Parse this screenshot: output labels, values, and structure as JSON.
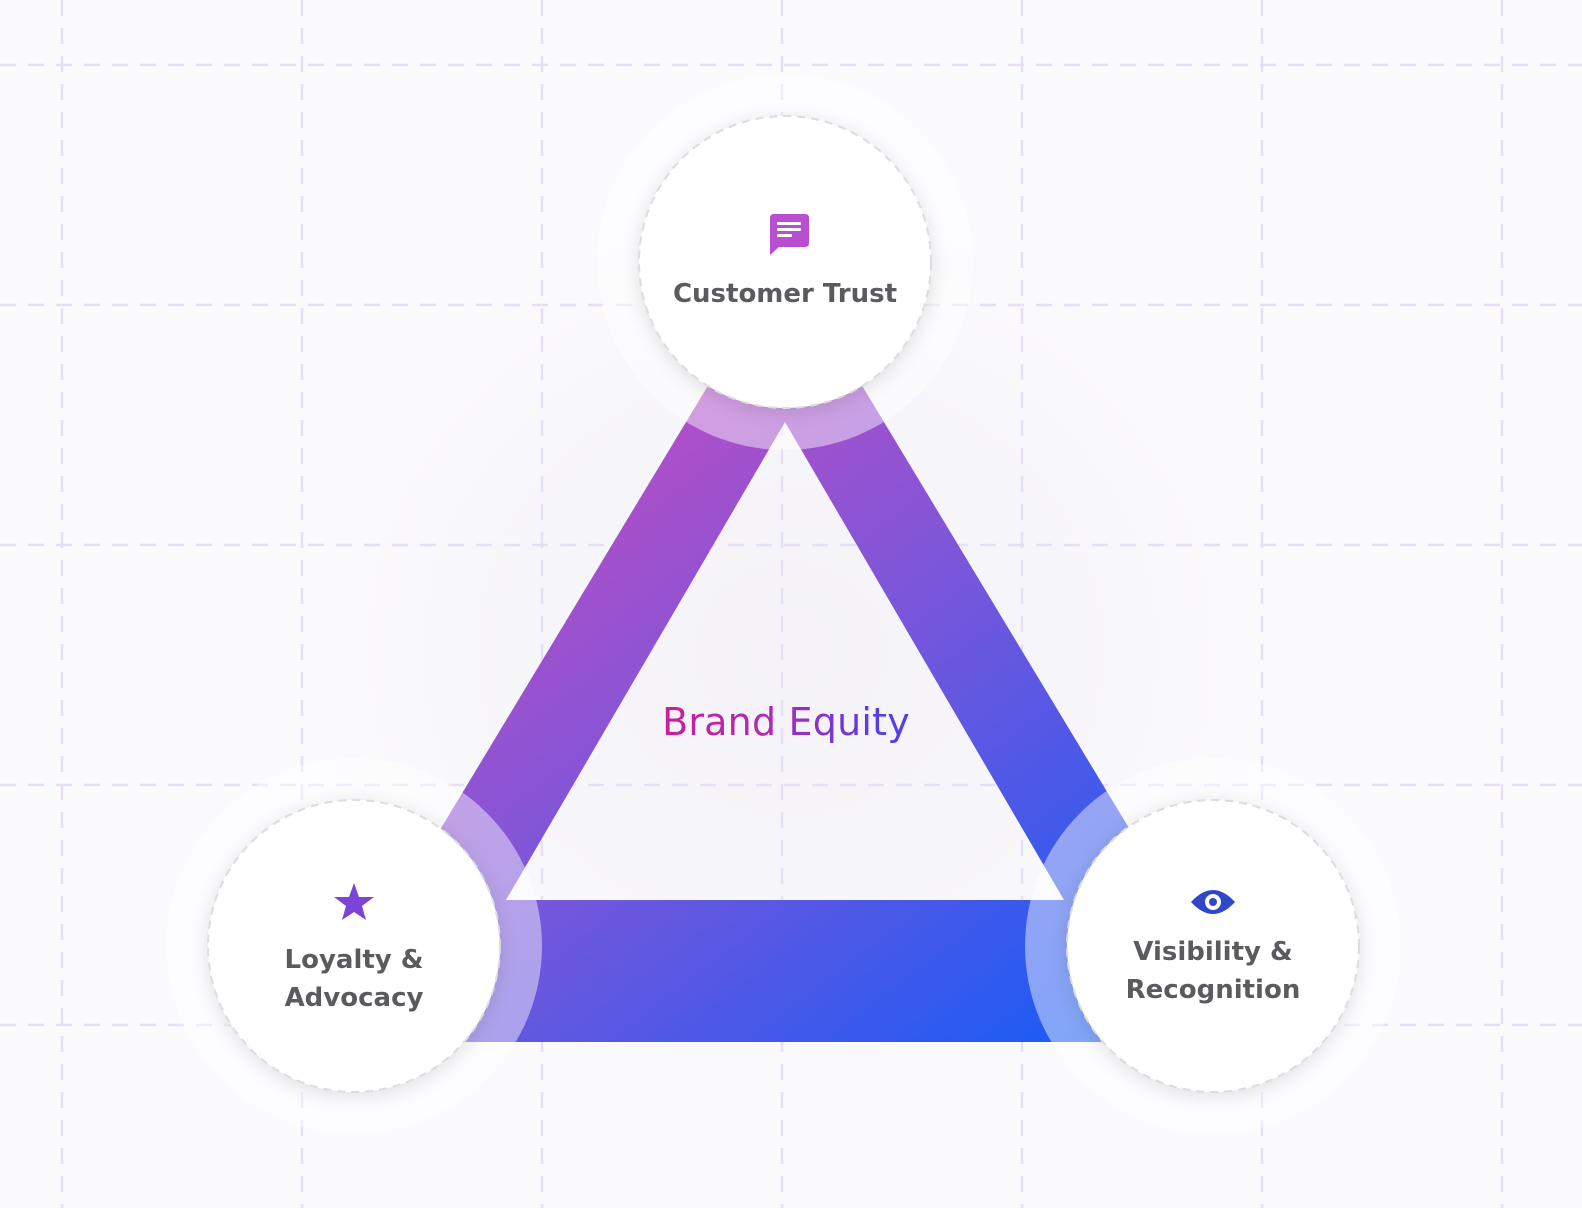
{
  "diagram": {
    "center_label": "Brand Equity",
    "nodes": [
      {
        "id": "customer-trust",
        "lines": [
          "Customer Trust"
        ],
        "icon": "chat-bubble-icon",
        "icon_color": "#b84fd0"
      },
      {
        "id": "loyalty-advocacy",
        "lines": [
          "Loyalty &",
          "Advocacy"
        ],
        "icon": "star-icon",
        "icon_color": "#7a45d6"
      },
      {
        "id": "visibility-recognition",
        "lines": [
          "Visibility &",
          "Recognition"
        ],
        "icon": "eye-icon",
        "icon_color": "#2f48c8"
      }
    ],
    "colors": {
      "gradient_start": "#c04bc0",
      "gradient_mid": "#7a55dc",
      "gradient_end": "#1f5af3",
      "node_text": "#5b5b5f",
      "grid_line": "#e7dff3",
      "background": "#fbfafd"
    }
  }
}
